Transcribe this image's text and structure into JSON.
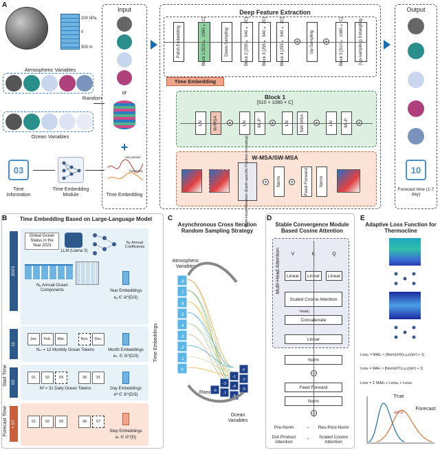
{
  "letters": {
    "a": "A",
    "b": "B",
    "c": "C",
    "d": "D",
    "e": "E"
  },
  "panel_a": {
    "levels": [
      "200 hPa",
      "0",
      "500 m"
    ],
    "atmospheric_variables": "Atmospheric Variables",
    "random": "Random",
    "ocean_variables": "Ocean Variables",
    "input": "Input",
    "or": "or",
    "deep_feature_extraction": "Deep Feature Extraction",
    "output": "Output",
    "patch_embedding": "Patch Embedding",
    "block1": "Block 1 [510 × 1080 × C]",
    "down_sampling": "Down-Sampling",
    "block2": "Block 2 [255 × 540 × 2C]",
    "block3": "Block 3 [255 × 540 × 2C]",
    "block4": "Block 4 [255 × 540 × 2C]",
    "up_sampling": "Up-Sampling",
    "block5": "Block 5 [510 × 1080 × C]",
    "up_sampling_entangling": "(Up-sampling) Entangling",
    "time_embedding_tag": "Time Embedding",
    "block1_title": "Block 1",
    "block1_dims": "[510 × 1080 × C]",
    "ln": "LN",
    "wmsa": "W-MSA",
    "mlp": "MLP",
    "swmsa": "SW-MSA",
    "wmsa_title": "W-MSA/SW-MSA",
    "mha": "Multi-Head Attention (Earth-specific Position Encoding)",
    "norm": "Norm",
    "feed_forward": "Feed Forward",
    "time_information": "Time Information",
    "time_embedding_module": "Time Embedding Module",
    "time_embedding": "Time Embedding",
    "forecast_time": "Forecast time (1-7 day)",
    "cal_03": "03",
    "cal_10": "10",
    "time_series": [
      "one-period",
      "frequency"
    ]
  },
  "panel_b": {
    "title": "Time Embedding Based on Large-Language Model",
    "global_ocean": "Global Ocean Status in the Year 2023",
    "llm": "LLM (Llama 3)",
    "coeff": "Nᵧ Annual Coefficients",
    "annual": "Nᵧ Annual Ocean Components",
    "year_emb": "Year Embeddings",
    "year_sym": "eᵧ ∈ ℝ^{D/3}",
    "monthly": "Nₘ = 12 Monthly Ocean Tokens",
    "months": [
      "Jan.",
      "Feb.",
      "Mar.",
      "Nov.",
      "Dec."
    ],
    "month_emb": "Month Embeddings",
    "month_sym": "eₘ ∈ ℝ^{D/3}",
    "daily": "Nᵈ = 31 Daily Ocean Tokens",
    "days": [
      "01",
      "02",
      "03",
      "30",
      "31"
    ],
    "day_emb": "Day Embeddings",
    "day_sym": "eᵈ ∈ ℝ^{D/3}",
    "steps": [
      "01",
      "02",
      "03",
      "06",
      "07"
    ],
    "step_emb": "Step Embeddings",
    "step_sym": "eₛ ∈ ℝ^{D}",
    "time_embeddings": "Time Embeddings",
    "start_time": "Start Time",
    "forecast_time": "Forecast Time",
    "tags": [
      "2023",
      "11",
      "03",
      "+ 07"
    ]
  },
  "panel_c": {
    "title": "Asynchronous Cross Iteration Random Sampling Strategy",
    "atmospheric": "Atmospheric Variables",
    "random": "Random",
    "ocean": "Ocean Variables",
    "left_tokens": [
      "-8",
      "-7",
      "-6",
      "-5",
      "-4",
      "-3",
      "-2",
      "-1",
      "0"
    ],
    "grid_tokens": [
      "0",
      "-1",
      "-2",
      "-3",
      "-4",
      "-5",
      "-6",
      "-7",
      "-8"
    ]
  },
  "panel_d": {
    "title": "Stable Convergence Module Based Cosine Attention",
    "mha": "Multi-Head Attention",
    "v": "V",
    "k": "K",
    "q": "Q",
    "linear": "Linear",
    "scaled_cos": "Scaled Cosine Attention",
    "heads": "head₁",
    "concatenate": "Concatenate",
    "norm": "Norm",
    "feed_forward": "Feed Forward",
    "pre_norm": "Pre-Norm",
    "res_post_norm": "Res-Post-Norm",
    "dot_product": "Dot Product Attention",
    "scaled_cosine": "Scaled Cosine Attention"
  },
  "panel_e": {
    "title": "Adaptive Loss Function for Thermocline",
    "loss1": "Lossₚ = MAEₚ × [Norm(∂²D(x,y,z)/∂z²) + 1]",
    "loss2": "Lossₜ = MAEₜ × [Norm(∂²T(x,y,z)/∂z²) + 1]",
    "loss3": "Loss = Σ MAEᵢ + Lossₚ + Lossₜ",
    "true": "True",
    "forecast": "Forecast",
    "error": "error"
  },
  "colors": {
    "accent": "#1a6db0",
    "panel_bg_b": "#e6f1f8",
    "salmon": "#f2c6b4",
    "green": "#dcefe0"
  }
}
